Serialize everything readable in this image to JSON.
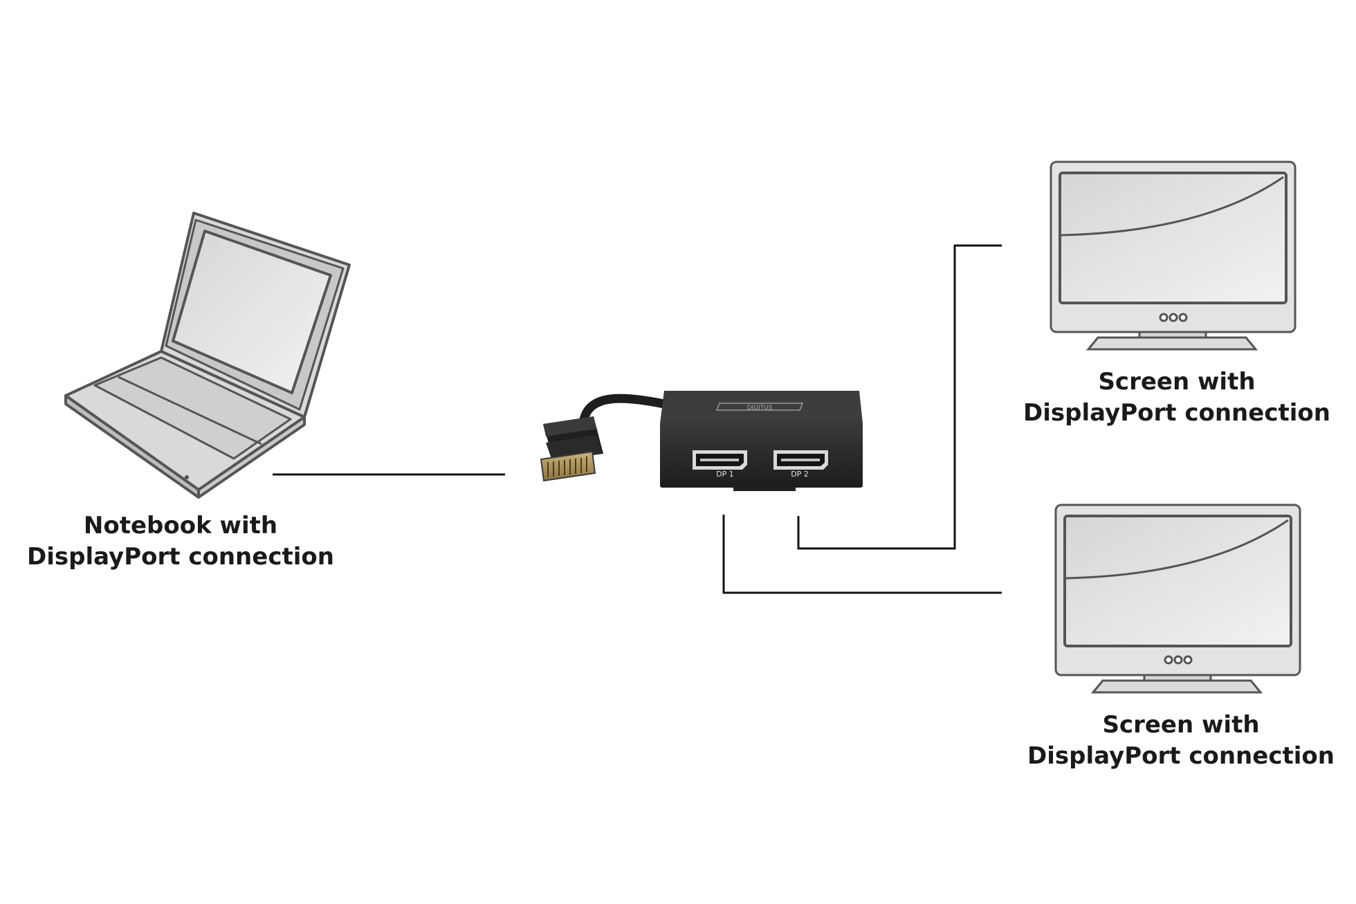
{
  "notebook": {
    "label_line1": "Notebook with",
    "label_line2": "DisplayPort connection",
    "icon": "laptop-icon"
  },
  "screen_1": {
    "label_line1": "Screen with",
    "label_line2": "DisplayPort connection",
    "icon": "monitor-icon"
  },
  "screen_2": {
    "label_line1": "Screen with",
    "label_line2": "DisplayPort connection",
    "icon": "monitor-icon"
  },
  "splitter": {
    "brand": "DIGITUS",
    "port_1": "DP 1",
    "port_2": "DP 2",
    "icon": "displayport-splitter-icon"
  },
  "colors": {
    "device_outline": "#555555",
    "device_fill": "#e0e0e0",
    "connector_line": "#111111",
    "splitter_body": "#262626"
  }
}
